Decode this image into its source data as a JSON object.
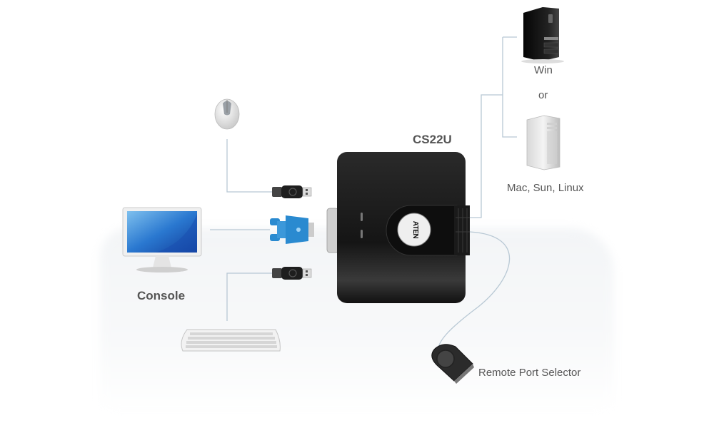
{
  "diagram": {
    "device": {
      "model": "CS22U",
      "brand": "ATEN"
    },
    "labels": {
      "console": "Console",
      "win": "Win",
      "or": "or",
      "mac_sun_linux": "Mac, Sun, Linux",
      "remote_port_selector": "Remote Port Selector"
    },
    "colors": {
      "line": "#b8c8d4",
      "device_body": "#1a1a1a",
      "vga_connector": "#2a8ad0",
      "monitor_screen": "#2a6fc9"
    }
  }
}
